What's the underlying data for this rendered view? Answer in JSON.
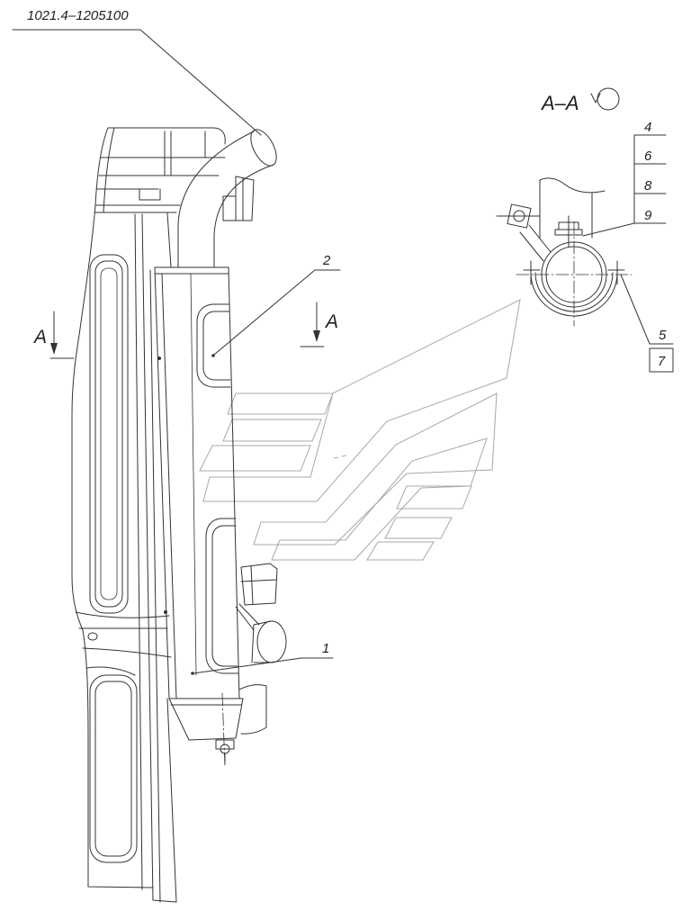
{
  "drawing": {
    "part_number": "1021.4–1205100",
    "section_view_label": "A–A",
    "section_mark_left": "A",
    "section_mark_center": "A",
    "callouts": {
      "item_1": "1",
      "item_2": "2",
      "item_4": "4",
      "item_5": "5",
      "item_6": "6",
      "item_7": "7",
      "item_8": "8",
      "item_9": "9"
    }
  },
  "icons": {
    "section_view_symbol": "rotated-view-icon",
    "watermark": "logo-watermark"
  },
  "colors": {
    "line": "#333333",
    "watermark": "#a8a8a8",
    "background": "#ffffff"
  }
}
